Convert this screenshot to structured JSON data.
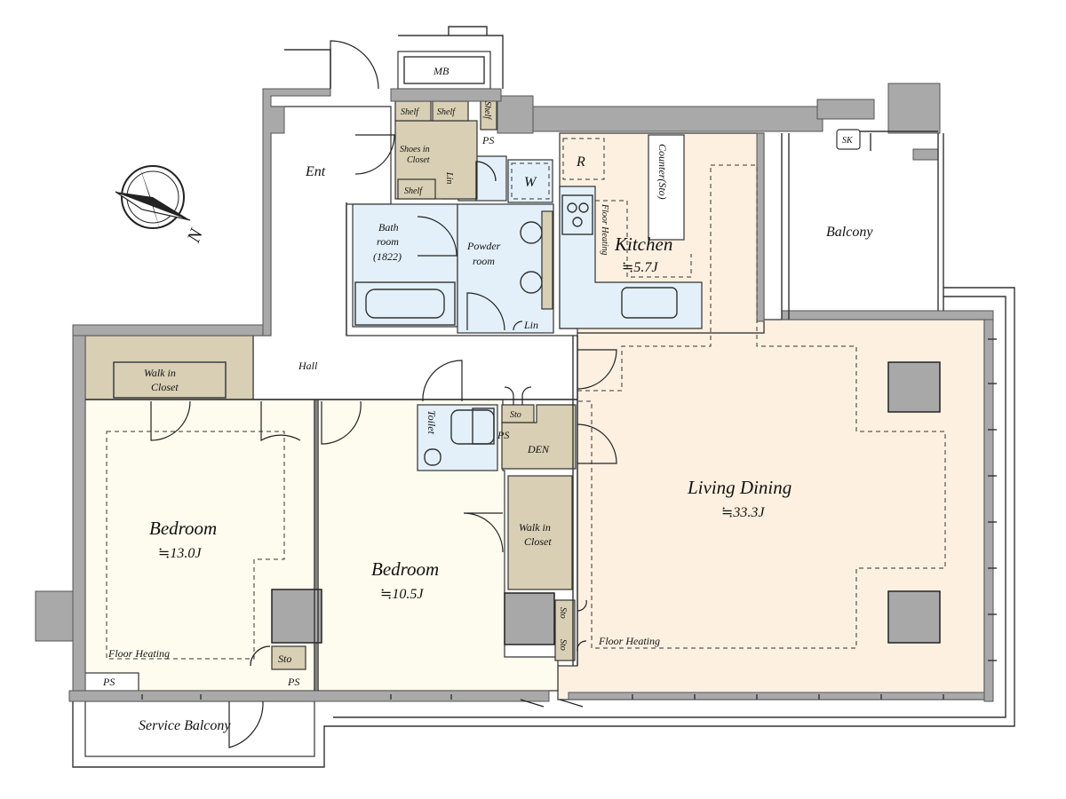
{
  "compass": {
    "north_label": "N"
  },
  "rooms": {
    "ent": "Ent",
    "mb": "MB",
    "shelf_1": "Shelf",
    "shelf_2": "Shelf",
    "shelf_3": "Shelf",
    "shelf_4": "Shelf",
    "ps_1": "PS",
    "ps_2": "PS",
    "ps_3": "PS",
    "ps_4": "PS",
    "shoes_closet_line1": "Shoes in",
    "shoes_closet_line2": "Closet",
    "lin_1": "Lin",
    "lin_2": "Lin",
    "washer": "W",
    "fridge": "R",
    "counter": "Counter(Sto)",
    "floor_heating_kitchen": "Floor Heating",
    "kitchen_name": "Kitchen",
    "kitchen_size": "≒5.7J",
    "bath_line1": "Bath",
    "bath_line2": "room",
    "bath_line3": "(1822)",
    "powder_line1": "Powder",
    "powder_line2": "room",
    "sk": "SK",
    "balcony": "Balcony",
    "hall": "Hall",
    "wic1_line1": "Walk in",
    "wic1_line2": "Closet",
    "wic2_line1": "Walk in",
    "wic2_line2": "Closet",
    "toilet": "Toilet",
    "sto_1": "Sto",
    "sto_2": "Sto",
    "sto_3": "Sto",
    "sto_4": "Sto",
    "den": "DEN",
    "living_name": "Living Dining",
    "living_size": "≒33.3J",
    "bedroom1_name": "Bedroom",
    "bedroom1_size": "≒13.0J",
    "bedroom2_name": "Bedroom",
    "bedroom2_size": "≒10.5J",
    "floor_heating_bed": "Floor Heating",
    "floor_heating_living": "Floor Heating",
    "service_balcony": "Service Balcony"
  },
  "colors": {
    "living_fill": "#fdf0e0",
    "bedroom_fill": "#fdfcee",
    "wet_fill": "#e3f0f9",
    "storage_fill": "#d8cfb4",
    "wall_fill": "#a9a9a9"
  }
}
